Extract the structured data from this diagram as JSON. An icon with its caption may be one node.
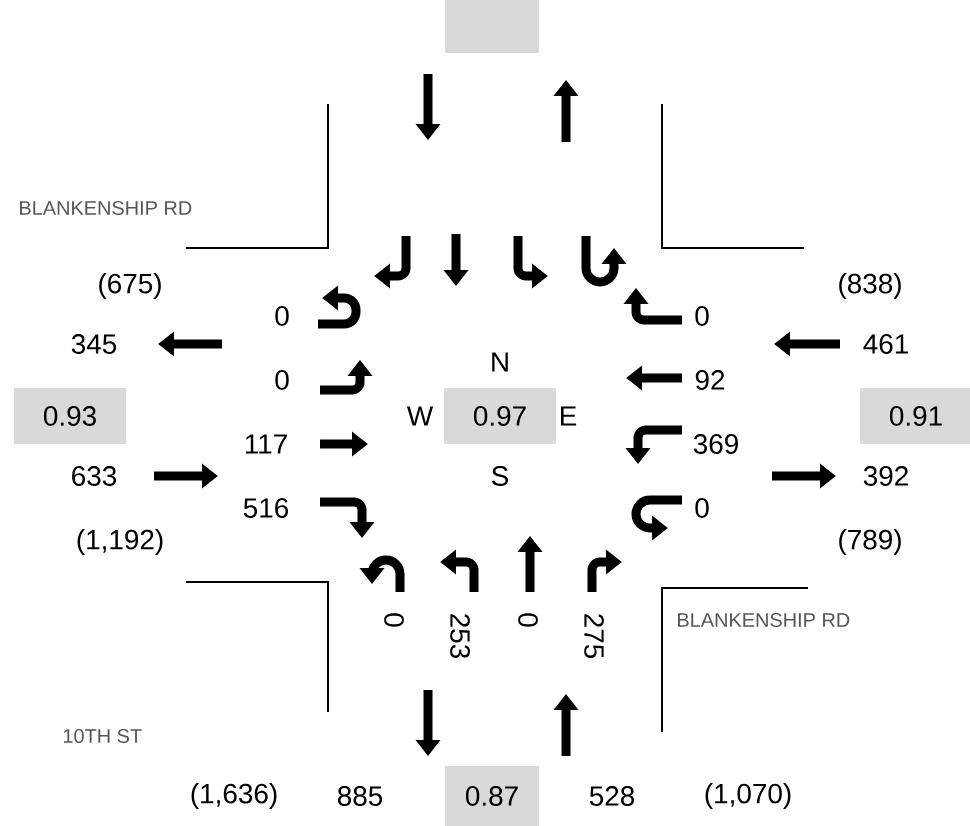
{
  "diagram": {
    "nodes": [
      {
        "text": [],
        "shape": "box"
      },
      {
        "text": [
          "0.93"
        ]
      },
      {
        "text": [
          "0.97"
        ],
        "beside": [
          "N",
          "W",
          "E",
          "S"
        ]
      },
      {
        "text": [
          "0.91"
        ]
      },
      {
        "text": [
          "0.87"
        ]
      }
    ],
    "labels": [
      "BLANKENSHIP RD",
      "(675)",
      "(838)",
      "0",
      "0",
      "345",
      "461",
      "0",
      "92",
      "117",
      "369",
      "633",
      "392",
      "516",
      "0",
      "(1,192)",
      "(789)",
      "0",
      "253",
      "0",
      "275",
      "BLANKENSHIP RD",
      "10TH ST",
      "(1,636)",
      "885",
      "528",
      "(1,070)"
    ]
  }
}
